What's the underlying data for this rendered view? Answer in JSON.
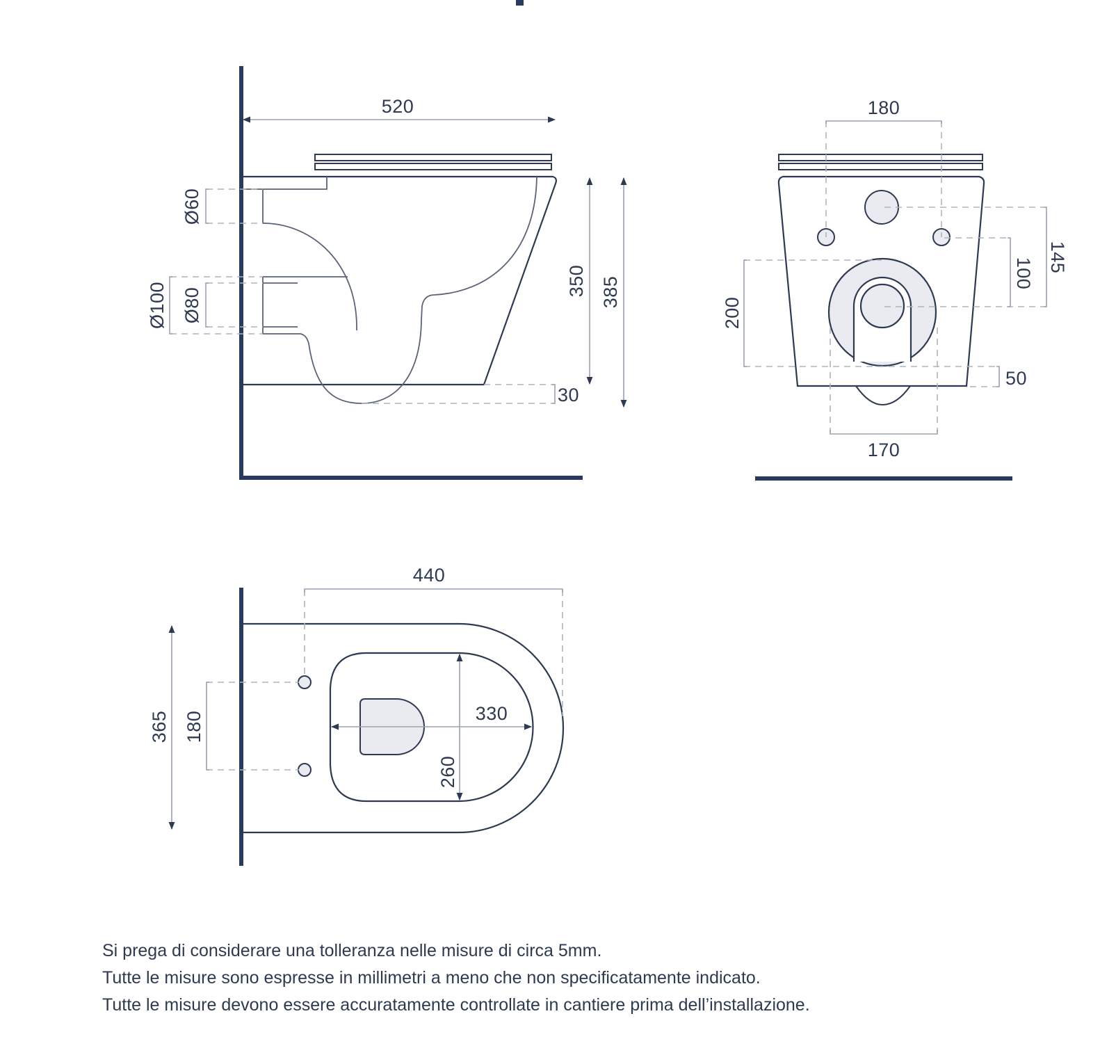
{
  "colors": {
    "wall": "#283a5e",
    "outline": "#2e3a52",
    "dim_line": "#9aa1b0",
    "dashed": "#aeb3bd",
    "fill": "#e9ebf0",
    "text": "#2e3a52"
  },
  "side_view": {
    "width": "520",
    "height_bowl": "350",
    "height_total": "385",
    "drop_below": "30",
    "inlet_diameter": "Ø60",
    "outlet_inner_diameter": "Ø80",
    "outlet_outer_diameter": "Ø100"
  },
  "rear_view": {
    "bolt_spacing": "180",
    "inlet_height": "145",
    "bolt_height": "100",
    "outlet_zone_height": "200",
    "outlet_bottom_offset": "50",
    "outlet_zone_width": "170"
  },
  "top_view": {
    "depth_to_bolts": "440",
    "overall_width": "365",
    "bolt_spacing": "180",
    "inner_length": "330",
    "inner_width": "260"
  },
  "notes": [
    "Si prega di considerare una tolleranza nelle misure di circa 5mm.",
    "Tutte le misure sono espresse in millimetri a meno che non specificatamente indicato.",
    "Tutte le misure devono essere accuratamente controllate in cantiere prima dell’installazione."
  ]
}
